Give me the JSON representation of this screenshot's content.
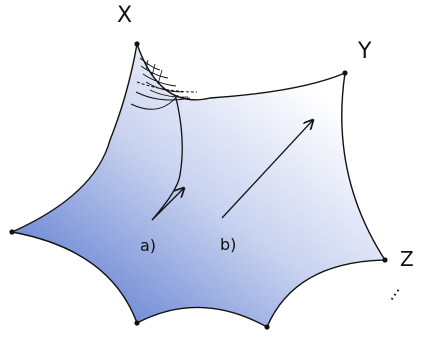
{
  "vertex_labels": {
    "x": "X",
    "y": "Y",
    "z": "Z"
  },
  "path_labels": {
    "a": "a)",
    "b": "b)"
  },
  "continuation_mark": "...",
  "colors": {
    "ink": "#111111",
    "fill_light": "#ffffff",
    "fill_dark": "#5b79cf"
  }
}
